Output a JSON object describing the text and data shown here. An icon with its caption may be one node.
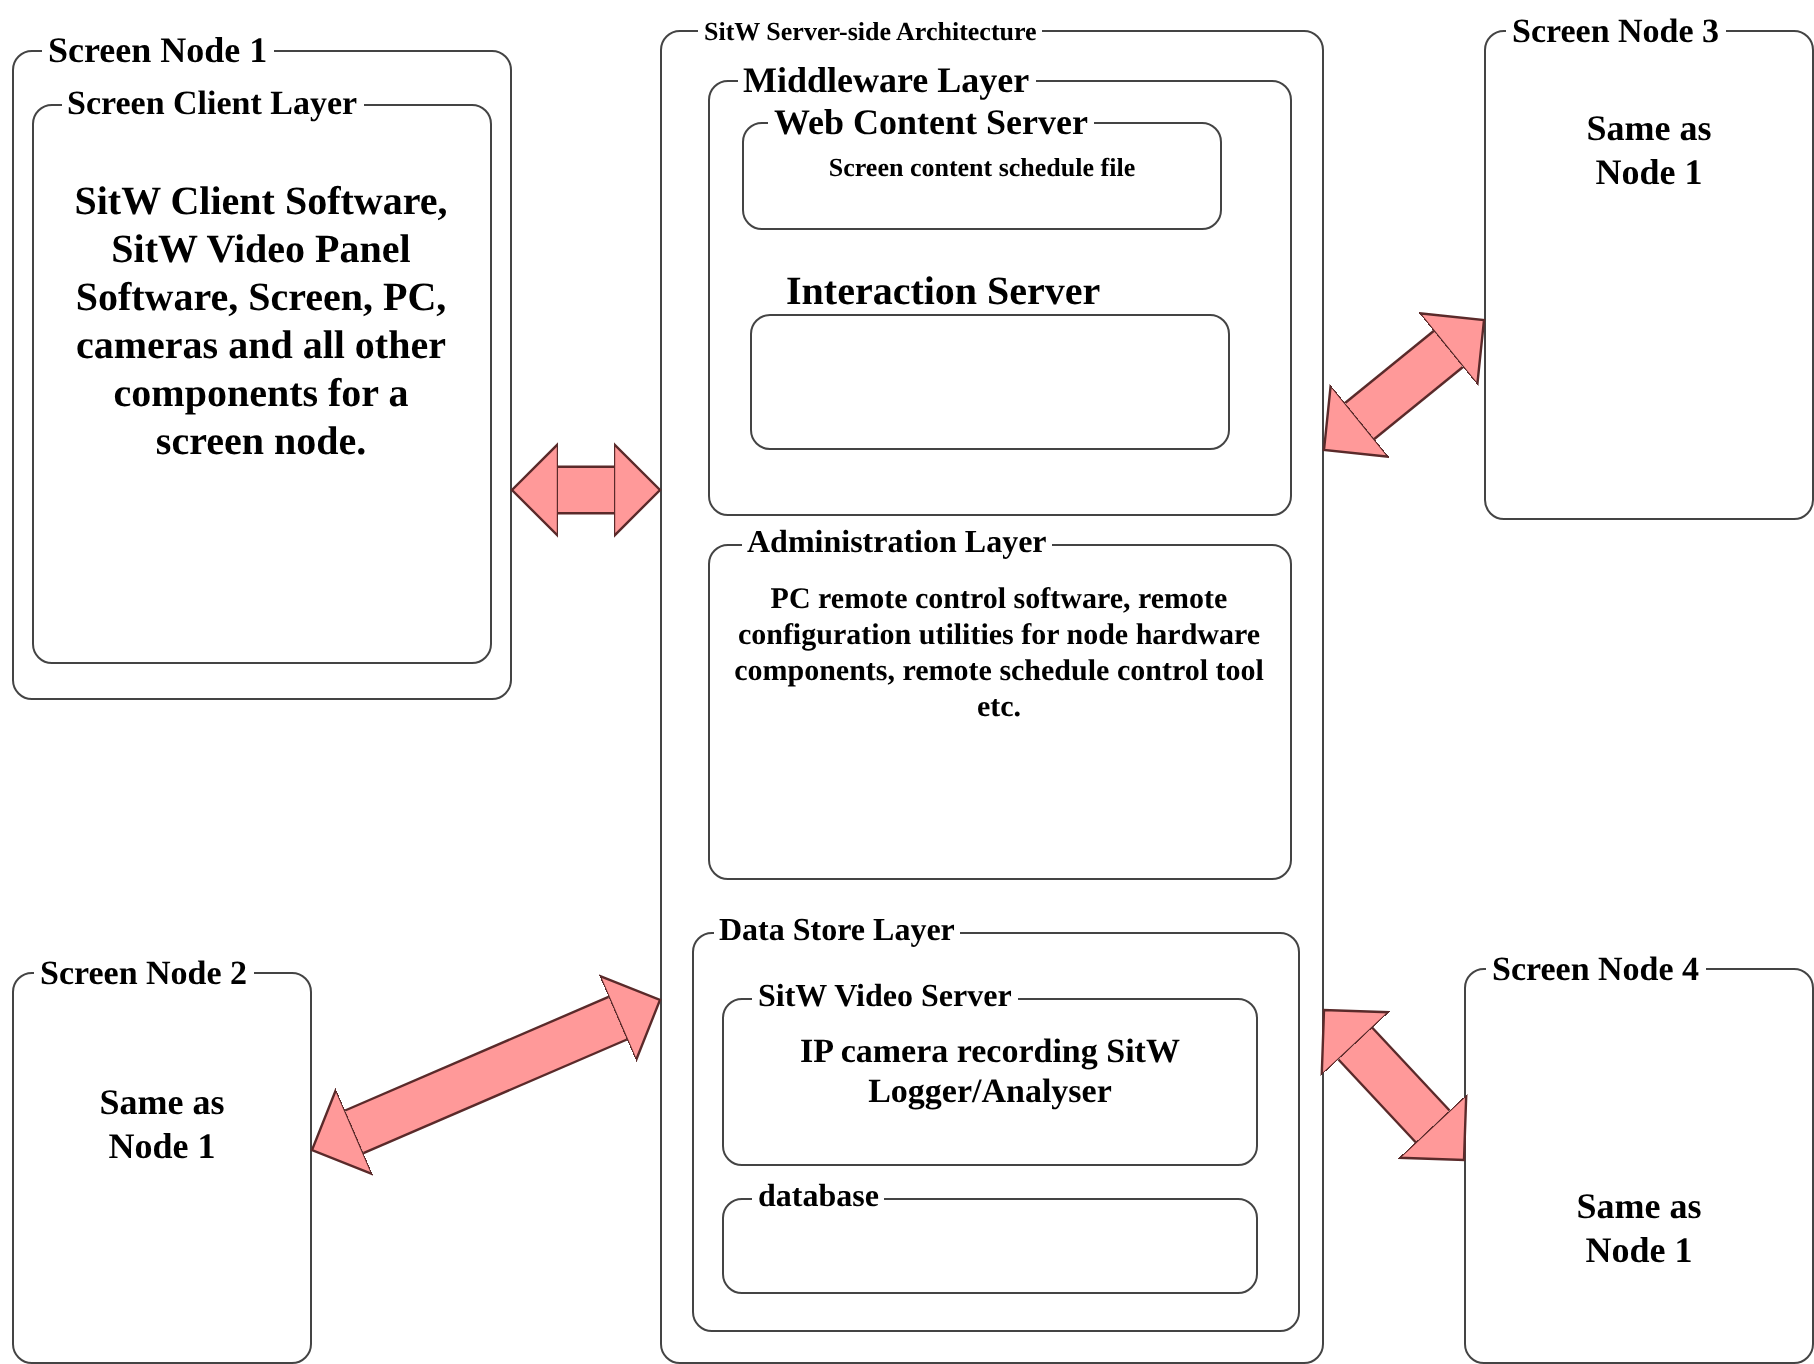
{
  "diagram": {
    "nodes": [
      {
        "text": [
          "Screen Node 1"
        ]
      },
      {
        "text": [
          "Screen Client Layer",
          "SitW Client Software, SitW Video Panel Software, Screen, PC, cameras and all other components for a screen node."
        ],
        "in": 0
      },
      {
        "text": [
          "SitW Server-side Architecture"
        ]
      },
      {
        "text": [
          "Middleware Layer"
        ],
        "in": 2
      },
      {
        "text": [
          "Web Content Server",
          "Screen content schedule file"
        ],
        "in": 3
      },
      {
        "text": [
          "Interaction Server"
        ],
        "in": 3
      },
      {
        "text": [
          "Administration Layer",
          "PC remote control software, remote configuration utilities for node hardware components, remote schedule control tool etc."
        ],
        "in": 2
      },
      {
        "text": [
          "Data Store Layer"
        ],
        "in": 2
      },
      {
        "text": [
          "SitW Video Server",
          "IP camera recording SitW Logger/Analyser"
        ],
        "in": 7
      },
      {
        "text": [
          "database"
        ],
        "in": 7
      },
      {
        "text": [
          "Screen Node 3",
          "Same as Node 1"
        ]
      },
      {
        "text": [
          "Screen Node 2",
          "Same as Node 1"
        ]
      },
      {
        "text": [
          "Screen Node 4",
          "Same as Node 1"
        ]
      }
    ],
    "edges": [
      {
        "from": 0,
        "to": 2,
        "arrow": "both"
      },
      {
        "from": 10,
        "to": 2,
        "arrow": "both"
      },
      {
        "from": 11,
        "to": 2,
        "arrow": "both"
      },
      {
        "from": 12,
        "to": 2,
        "arrow": "both"
      }
    ]
  }
}
